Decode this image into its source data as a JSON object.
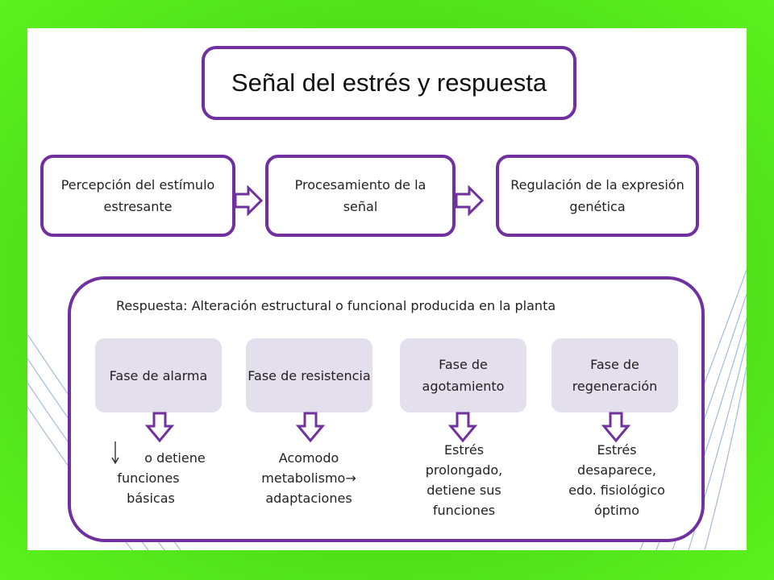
{
  "title": "Señal del estrés y respuesta",
  "steps": [
    "Percepción del estímulo estresante",
    "Procesamiento de la señal",
    "Regulación de la expresión genética"
  ],
  "response": {
    "title": "Respuesta: Alteración estructural o funcional producida en la planta",
    "phases": [
      {
        "label": "Fase de alarma",
        "desc": [
          "o detiene",
          "funciones",
          "básicas"
        ]
      },
      {
        "label": "Fase de resistencia",
        "desc": [
          "Acomodo",
          "metabolismo",
          "adaptaciones"
        ]
      },
      {
        "label": "Fase de agotamiento",
        "desc": [
          "Estrés",
          "prolongado,",
          "detiene sus",
          "funciones"
        ]
      },
      {
        "label": "Fase de regeneración",
        "desc": [
          "Estrés",
          "desaparece,",
          "edo. fisiológico",
          "óptimo"
        ]
      }
    ]
  },
  "colors": {
    "accent": "#7030a0",
    "phase_fill": "#e4dfec",
    "background": "#46d117"
  }
}
